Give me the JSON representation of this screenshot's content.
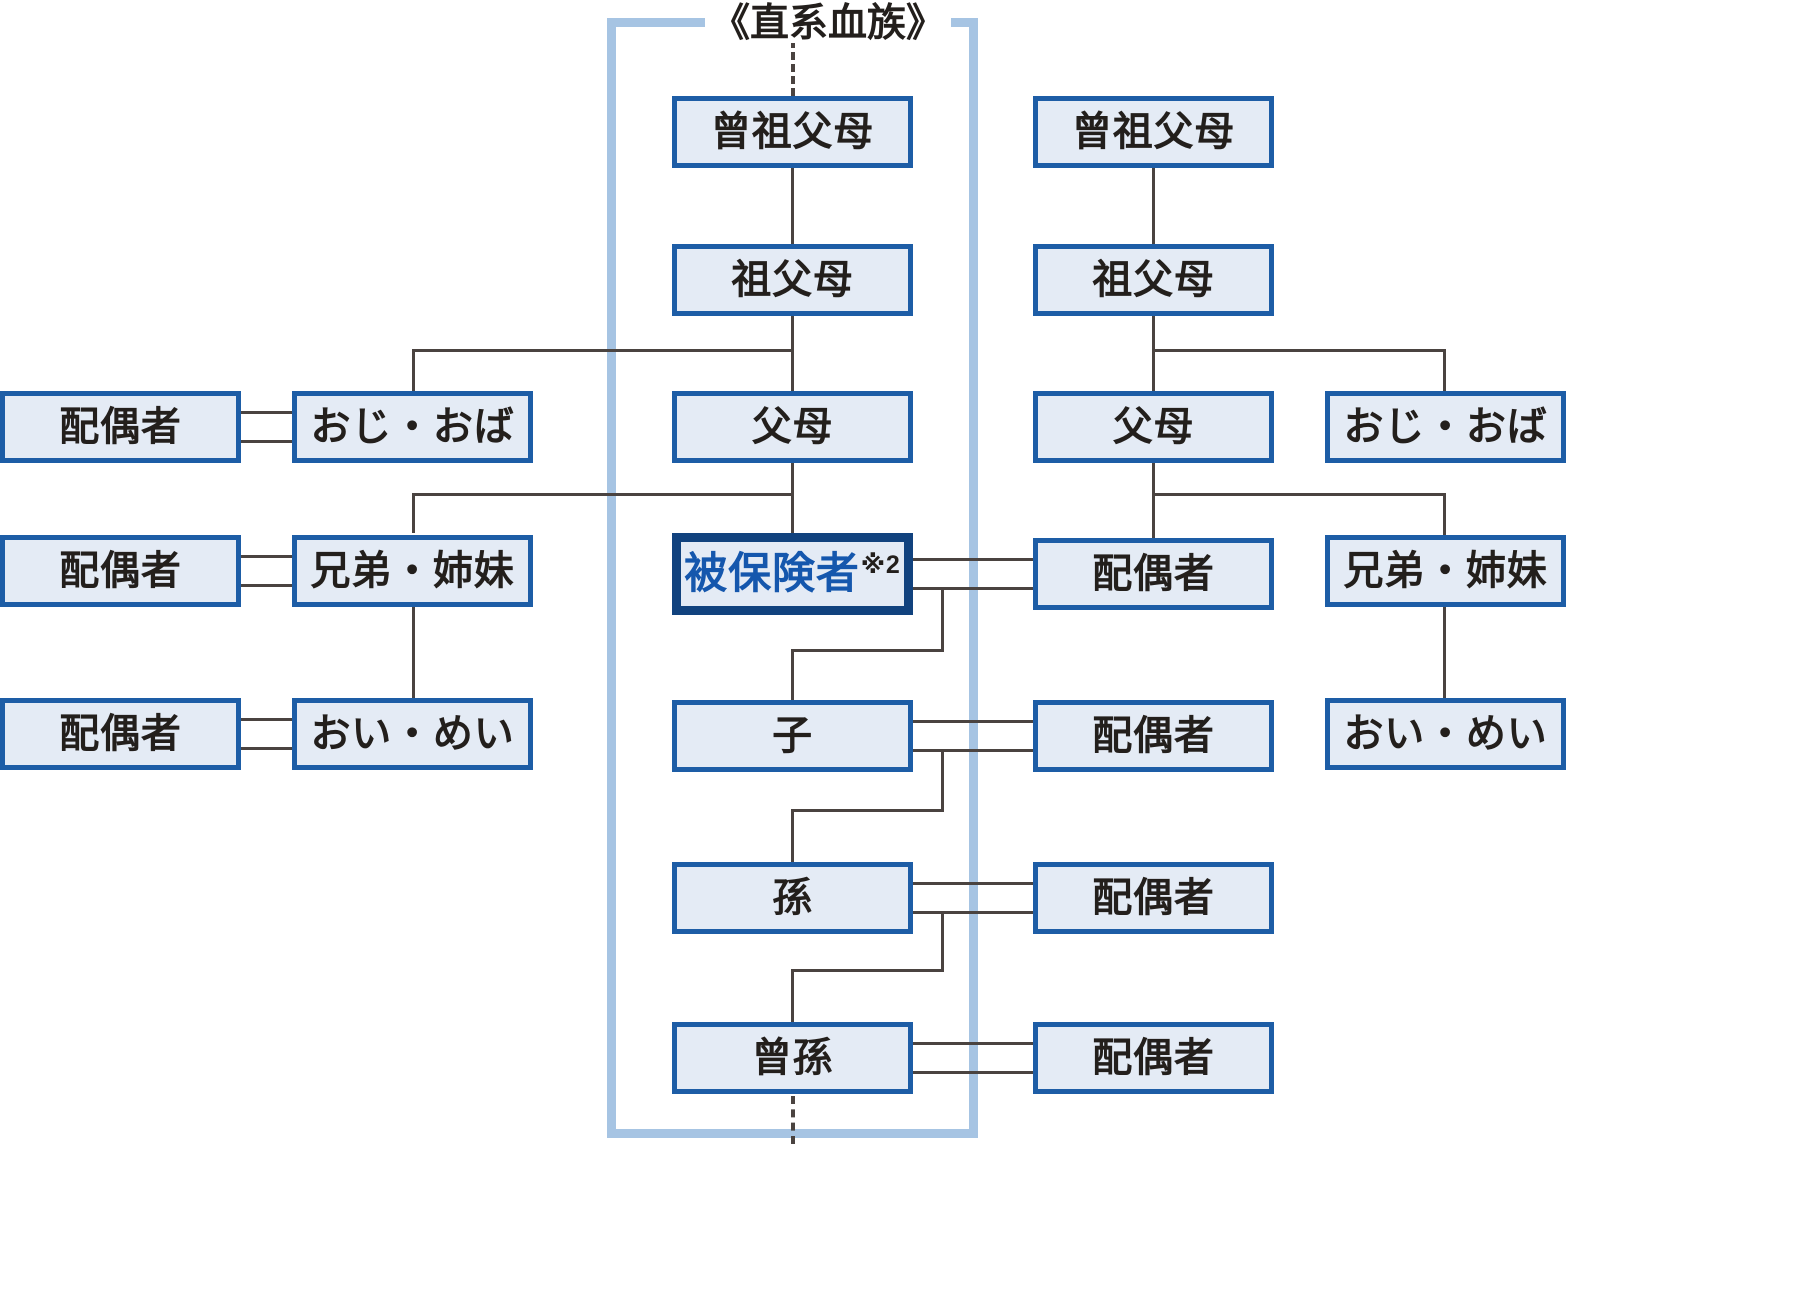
{
  "diagram": {
    "title": "《直系血族》",
    "colors": {
      "box_fill": "#e4ebf5",
      "box_border": "#1d5da6",
      "self_border": "#11427e",
      "self_text": "#1557ad",
      "line": "#4a4340",
      "bracket": "#a6c4e3",
      "text": "#231f1c"
    },
    "bracket_label": "《直系血族》",
    "nodes": {
      "center": {
        "great_grandparents": "曾祖父母",
        "grandparents": "祖父母",
        "parents": "父母",
        "self": "被保険者",
        "self_note": "※2",
        "child": "子",
        "grandchild": "孫",
        "great_grandchild": "曾孫"
      },
      "left": {
        "uncle_aunt": "おじ・おば",
        "uncle_aunt_spouse": "配偶者",
        "sibling": "兄弟・姉妹",
        "sibling_spouse": "配偶者",
        "nephew_niece": "おい・めい",
        "nephew_niece_spouse": "配偶者"
      },
      "right": {
        "great_grandparents": "曾祖父母",
        "grandparents": "祖父母",
        "parents": "父母",
        "uncle_aunt": "おじ・おば",
        "spouse": "配偶者",
        "sibling": "兄弟・姉妹",
        "nephew_niece": "おい・めい",
        "child_spouse": "配偶者",
        "grandchild_spouse": "配偶者",
        "great_grandchild_spouse": "配偶者"
      }
    }
  }
}
